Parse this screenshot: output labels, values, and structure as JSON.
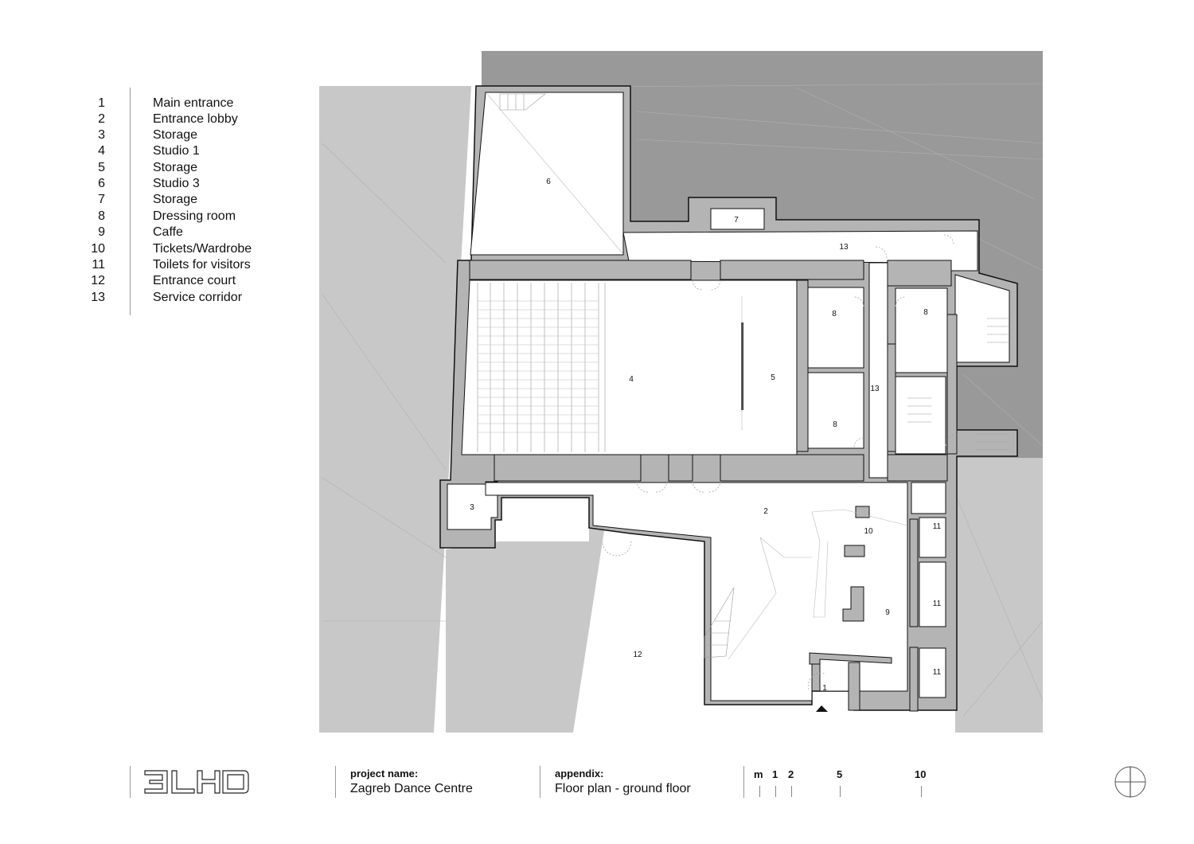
{
  "legend": {
    "items": [
      {
        "num": "1",
        "label": "Main entrance"
      },
      {
        "num": "2",
        "label": "Entrance lobby"
      },
      {
        "num": "3",
        "label": "Storage"
      },
      {
        "num": "4",
        "label": "Studio 1"
      },
      {
        "num": "5",
        "label": "Storage"
      },
      {
        "num": "6",
        "label": "Studio 3"
      },
      {
        "num": "7",
        "label": "Storage"
      },
      {
        "num": "8",
        "label": "Dressing room"
      },
      {
        "num": "9",
        "label": "Caffe"
      },
      {
        "num": "10",
        "label": "Tickets/Wardrobe"
      },
      {
        "num": "11",
        "label": "Toilets for visitors"
      },
      {
        "num": "12",
        "label": "Entrance court"
      },
      {
        "num": "13",
        "label": "Service corridor"
      }
    ]
  },
  "plan": {
    "room_labels": {
      "r6": "6",
      "r7": "7",
      "r13a": "13",
      "r8a": "8",
      "r8b": "8",
      "r8c": "8",
      "r4": "4",
      "r5": "5",
      "r13b": "13",
      "r3": "3",
      "r2": "2",
      "r10": "10",
      "r11a": "11",
      "r11b": "11",
      "r11c": "11",
      "r9": "9",
      "r12": "12",
      "r1": "1"
    },
    "colors": {
      "neighbor_dark": "#999999",
      "neighbor_light": "#c8c8c8",
      "wall_fill": "#b4b4b4",
      "wall_stroke": "#111111",
      "room_fill": "#ffffff"
    }
  },
  "footer": {
    "logo_text": "3LHD",
    "project_label": "project name:",
    "project_value": "Zagreb Dance Centre",
    "appendix_label": "appendix:",
    "appendix_value": "Floor plan - ground floor",
    "scale": {
      "unit": "m",
      "ticks": [
        "1",
        "2",
        "5",
        "10"
      ]
    },
    "north_icon": "north-arrow-icon"
  }
}
